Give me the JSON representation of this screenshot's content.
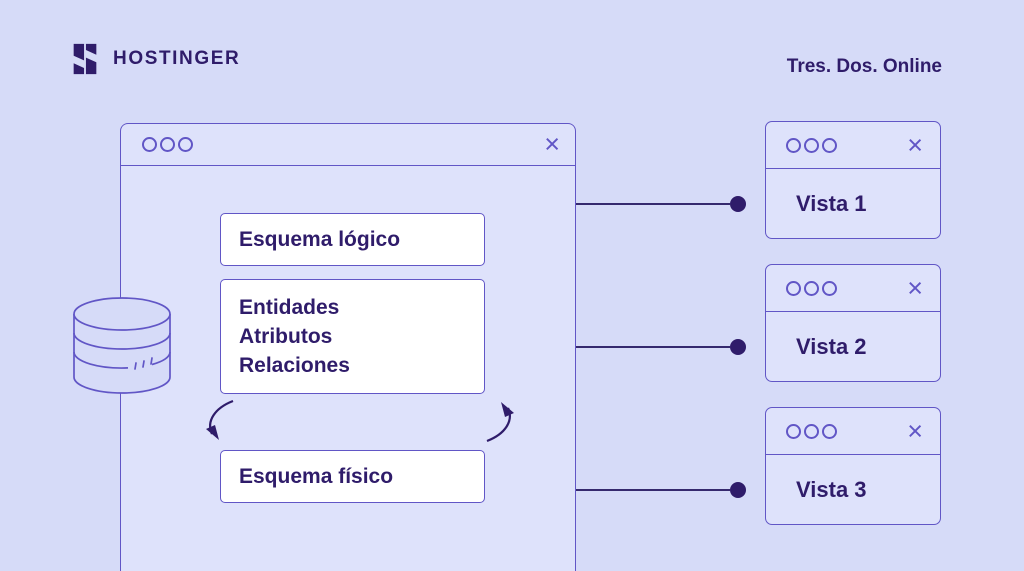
{
  "brand": {
    "name": "HOSTINGER",
    "tagline": "Tres. Dos. Online"
  },
  "icons": {
    "close_glyph": "×",
    "window_controls": "three-circle-buttons",
    "database": "database-cylinder",
    "connector_end": "filled-dot"
  },
  "colors": {
    "bg": "#d6dbf8",
    "window_fill": "#dee2fb",
    "outline": "#6156c6",
    "ink": "#2f1c6a",
    "box_fill": "#ffffff",
    "line": "#35296e"
  },
  "main_window": {
    "logical_schema": "Esquema lógico",
    "concept_lines": [
      "Entidades",
      "Atributos",
      "Relaciones"
    ],
    "physical_schema": "Esquema físico"
  },
  "views": [
    {
      "label": "Vista 1"
    },
    {
      "label": "Vista 2"
    },
    {
      "label": "Vista 3"
    }
  ]
}
